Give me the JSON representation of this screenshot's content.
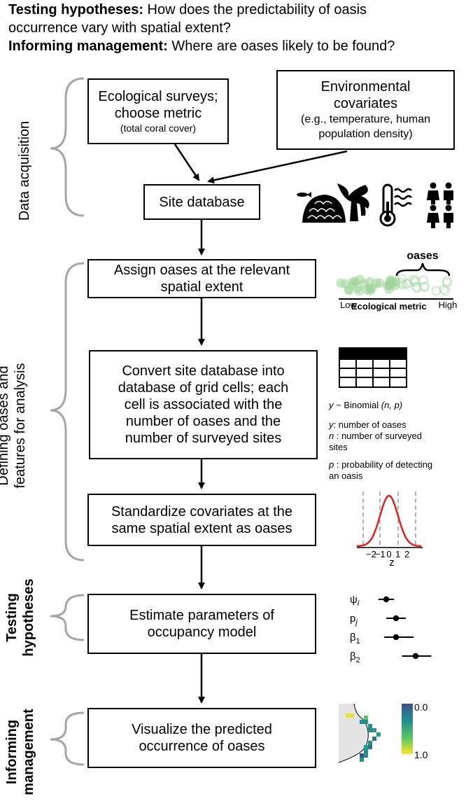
{
  "header": {
    "line1_bold": "Testing hypotheses:",
    "line1_text": " How does the predictability of oasis",
    "line2_text": "occurrence vary with spatial extent?",
    "line3_bold": "Informing management:",
    "line3_text": " Where are oases likely to be found?"
  },
  "sections": {
    "data_acquisition": "Data acquisition",
    "defining_line1": "Defining oases and",
    "defining_line2": "features for analysis",
    "testing_line1": "Testing",
    "testing_line2": "hypotheses",
    "informing_line1": "Informing",
    "informing_line2": "management"
  },
  "boxes": {
    "surveys_line1": "Ecological surveys;",
    "surveys_line2": "choose metric",
    "surveys_line3": "(total coral cover)",
    "env_line1": "Environmental",
    "env_line2": "covariates",
    "env_line3": "(e.g., temperature, human",
    "env_line4": "population density)",
    "site_db": "Site database",
    "assign_line1": "Assign oases at the relevant",
    "assign_line2": "spatial extent",
    "convert_line1": "Convert site database into",
    "convert_line2": "database of grid cells; each",
    "convert_line3": "cell is associated with the",
    "convert_line4": "number of oases and the",
    "convert_line5": "number of surveyed sites",
    "standardize_line1": "Standardize covariates at the",
    "standardize_line2": "same spatial extent as oases",
    "estimate_line1": "Estimate parameters of",
    "estimate_line2": "occupancy model",
    "visualize_line1": "Visualize the predicted",
    "visualize_line2": "occurrence of oases"
  },
  "icons": [
    "fish-icon",
    "coral-icon",
    "thermometer-icon",
    "people-icon"
  ],
  "metric_panel": {
    "oases_label": "oases",
    "low": "Low",
    "high": "High",
    "axis_label": "Ecological metric"
  },
  "binomial": {
    "formula_y": "y",
    "formula_rest": " ~ Binomial ",
    "formula_params": "(n, p)",
    "y_var": "y:",
    "y_desc": " number of oases",
    "n_var": "n",
    "n_desc1": " : number of surveyed",
    "n_desc2": "sites",
    "p_var": "p",
    "p_desc1": " : probability of detecting",
    "p_desc2": "an oasis"
  },
  "normal_plot": {
    "ticks": [
      "−2",
      "−1",
      "0",
      "1",
      "2"
    ],
    "xlabel": "z"
  },
  "coef_plot": {
    "labels": [
      "ψ",
      "p",
      "β",
      "β"
    ],
    "subscripts": [
      "i",
      "j",
      "1",
      "2"
    ],
    "estimates": [
      -0.5,
      0.0,
      0.0,
      1.0
    ],
    "lower": [
      -0.9,
      -0.5,
      -0.6,
      0.3
    ],
    "upper": [
      -0.1,
      0.5,
      0.9,
      1.8
    ]
  },
  "map": {
    "scale_top": "0.0",
    "scale_bottom": "1.0",
    "colors": {
      "low": "#fde725",
      "mid": "#21918c",
      "high": "#3b528b"
    }
  },
  "colors": {
    "metric_points": "#9fd59a",
    "normal_curve": "#e02020",
    "bracket": "#a6a6a6"
  }
}
